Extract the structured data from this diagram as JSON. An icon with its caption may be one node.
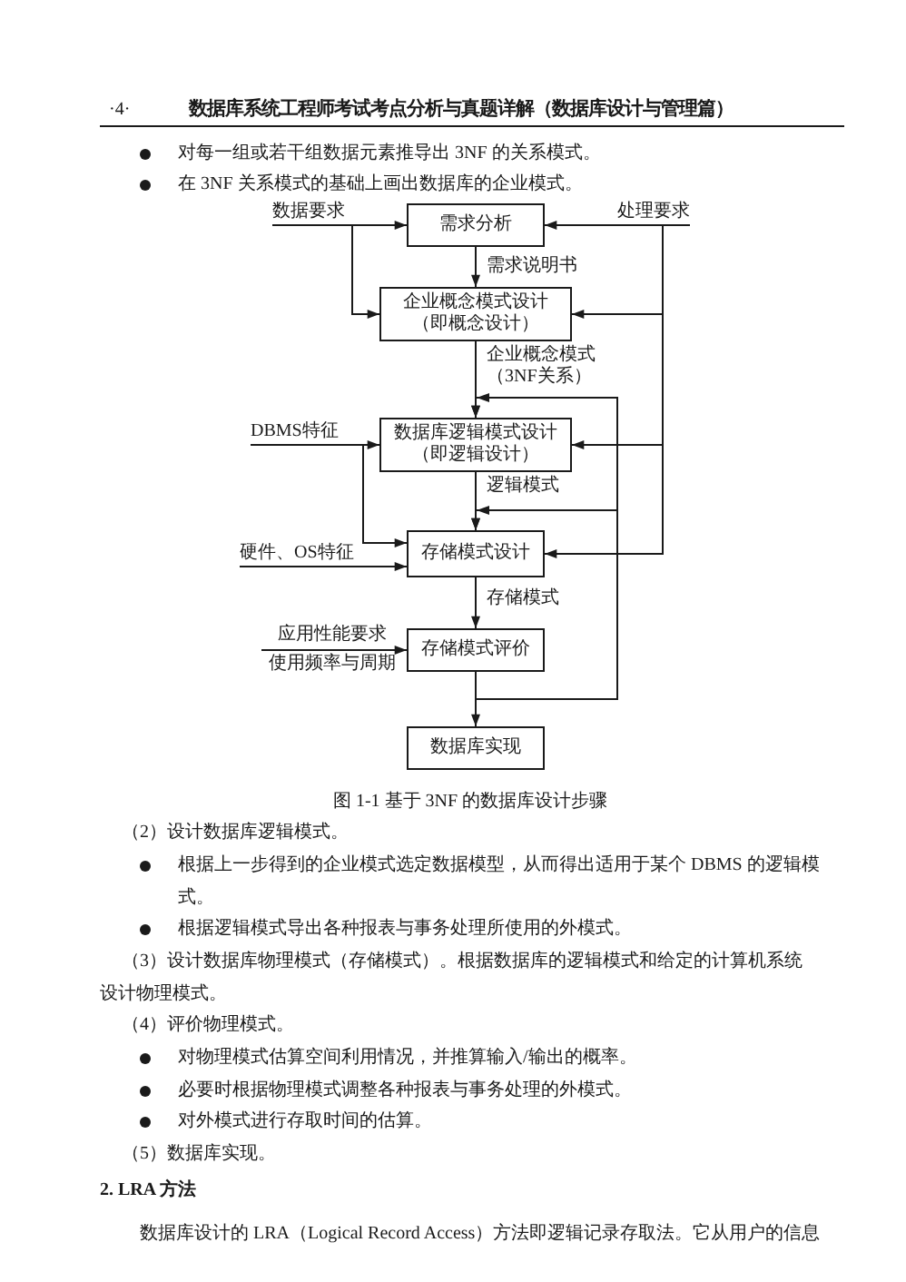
{
  "diagram": {
    "caption": "图 1-1 基于 3NF 的数据库设计步骤",
    "nodes": [
      {
        "text": [
          "数据要求"
        ]
      },
      {
        "text": [
          "需求分析"
        ]
      },
      {
        "text": [
          "处理要求"
        ]
      },
      {
        "text": [
          "企业概念模式设计（即概念设计）"
        ]
      },
      {
        "text": [
          "DBMS特征"
        ]
      },
      {
        "text": [
          "数据库逻辑模式设计（即逻辑设计）"
        ]
      },
      {
        "text": [
          "硬件、OS特征"
        ]
      },
      {
        "text": [
          "存储模式设计"
        ]
      },
      {
        "text": [
          "应用性能要求",
          "使用频率与周期"
        ]
      },
      {
        "text": [
          "存储模式评价"
        ]
      },
      {
        "text": [
          "数据库实现"
        ]
      }
    ],
    "edges": [
      {
        "from": 0,
        "to": 1,
        "arrow": "to"
      },
      {
        "from": 2,
        "to": 1,
        "arrow": "to"
      },
      {
        "from": 1,
        "to": 3,
        "arrow": "to",
        "label": "需求说明书"
      },
      {
        "from": 0,
        "to": 3,
        "arrow": "to"
      },
      {
        "from": 2,
        "to": 3,
        "arrow": "to"
      },
      {
        "from": 3,
        "to": 5,
        "arrow": "to",
        "label": "企业概念模式（3NF关系）"
      },
      {
        "from": 4,
        "to": 5,
        "arrow": "to"
      },
      {
        "from": 2,
        "to": 5,
        "arrow": "to"
      },
      {
        "from": 9,
        "to": 5,
        "arrow": "to"
      },
      {
        "from": 5,
        "to": 7,
        "arrow": "to",
        "label": "逻辑模式"
      },
      {
        "from": 4,
        "to": 7,
        "arrow": "to"
      },
      {
        "from": 6,
        "to": 7,
        "arrow": "to"
      },
      {
        "from": 2,
        "to": 7,
        "arrow": "to"
      },
      {
        "from": 9,
        "to": 7,
        "arrow": "to"
      },
      {
        "from": 7,
        "to": 9,
        "arrow": "to",
        "label": "存储模式"
      },
      {
        "from": 8,
        "to": 9,
        "arrow": "to"
      },
      {
        "from": 9,
        "to": 10,
        "arrow": "to"
      }
    ],
    "labels": [
      "·4·",
      "数据库系统工程师考试考点分析与真题详解（数据库设计与管理篇）",
      "对每一组或若干组数据元素推导出 3NF 的关系模式。",
      "在 3NF 关系模式的基础上画出数据库的企业模式。",
      "（2）设计数据库逻辑模式。",
      "根据上一步得到的企业模式选定数据模型，从而得出适用于某个 DBMS 的逻辑模式。",
      "根据逻辑模式导出各种报表与事务处理所使用的外模式。",
      "（3）设计数据库物理模式（存储模式）。根据数据库的逻辑模式和给定的计算机系统设计物理模式。",
      "（4）评价物理模式。",
      "对物理模式估算空间利用情况，并推算输入/输出的概率。",
      "必要时根据物理模式调整各种报表与事务处理的外模式。",
      "对外模式进行存取时间的估算。",
      "（5）数据库实现。",
      "2. LRA 方法",
      "数据库设计的 LRA（Logical Record Access）方法即逻辑记录存取法。它从用户的信息"
    ]
  }
}
